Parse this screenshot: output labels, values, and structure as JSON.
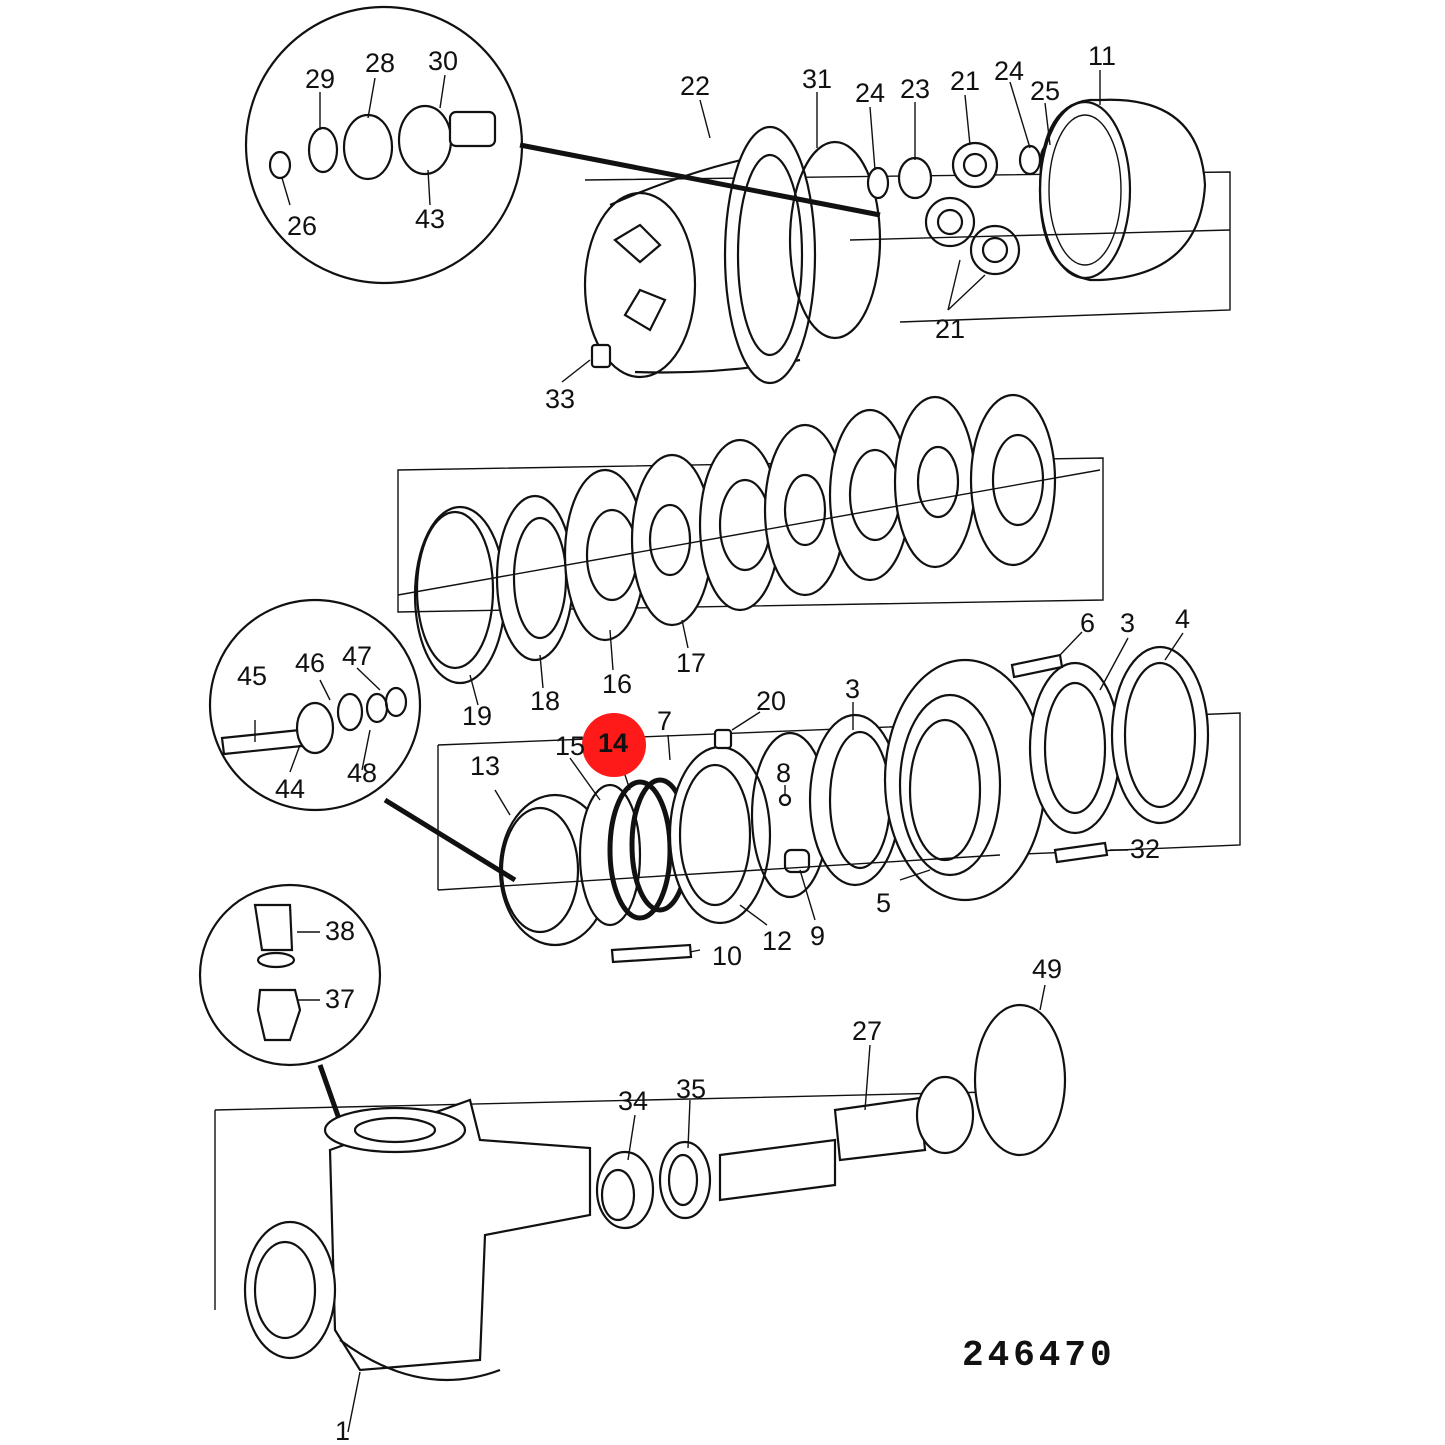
{
  "diagram": {
    "drawing_number": "246470",
    "highlight_color": "#ff1a1a",
    "highlighted_part": "14",
    "callouts": {
      "c29": "29",
      "c28": "28",
      "c30": "30",
      "c26": "26",
      "c43": "43",
      "c22": "22",
      "c31": "31",
      "c24a": "24",
      "c23": "23",
      "c21a": "21",
      "c24b": "24",
      "c25": "25",
      "c11": "11",
      "c21b": "21",
      "c33": "33",
      "c19": "19",
      "c18": "18",
      "c16": "16",
      "c17": "17",
      "c6": "6",
      "c3a": "3",
      "c4": "4",
      "c45": "45",
      "c46": "46",
      "c47": "47",
      "c44": "44",
      "c48": "48",
      "c14": "14",
      "c15": "15",
      "c7": "7",
      "c20": "20",
      "c3b": "3",
      "c13": "13",
      "c8": "8",
      "c32": "32",
      "c5": "5",
      "c12": "12",
      "c9": "9",
      "c10": "10",
      "c38": "38",
      "c37": "37",
      "c49": "49",
      "c27": "27",
      "c34": "34",
      "c35": "35",
      "c1": "1"
    }
  }
}
